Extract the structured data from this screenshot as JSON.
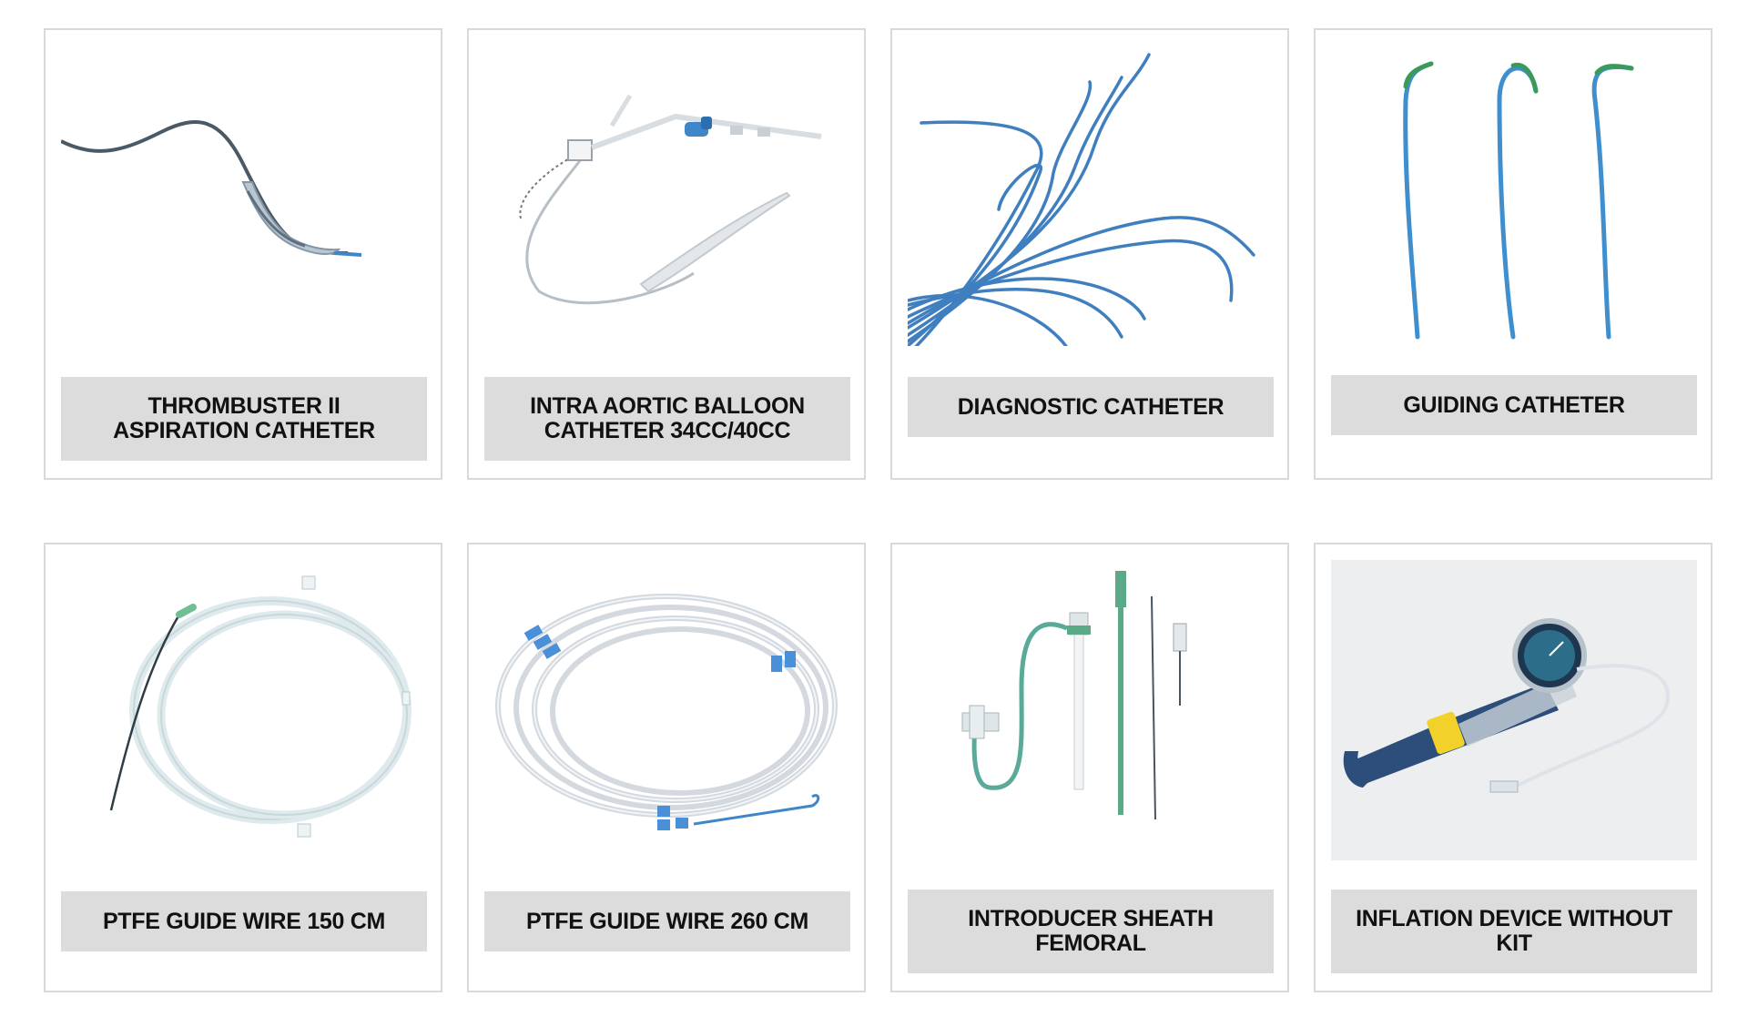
{
  "products": [
    {
      "title": "THROMBUSTER II ASPIRATION CATHETER",
      "image_icon": "aspiration-catheter-icon"
    },
    {
      "title": "INTRA AORTIC BALLOON CATHETER 34CC/40CC",
      "image_icon": "balloon-catheter-icon"
    },
    {
      "title": "DIAGNOSTIC CATHETER",
      "image_icon": "diagnostic-catheter-icon"
    },
    {
      "title": "GUIDING CATHETER",
      "image_icon": "guiding-catheter-icon"
    },
    {
      "title": "PTFE GUIDE WIRE 150 CM",
      "image_icon": "guide-wire-icon"
    },
    {
      "title": "PTFE GUIDE WIRE 260 CM",
      "image_icon": "guide-wire-coil-icon"
    },
    {
      "title": "INTRODUCER SHEATH FEMORAL",
      "image_icon": "introducer-sheath-icon"
    },
    {
      "title": "INFLATION DEVICE WITHOUT KIT",
      "image_icon": "inflation-device-icon"
    }
  ],
  "colors": {
    "card_border": "#d9d9d9",
    "label_bg": "#dcdcdc",
    "label_text": "#111111",
    "catheter_blue": "#3f86c9",
    "accent_green": "#3a9a5a"
  }
}
